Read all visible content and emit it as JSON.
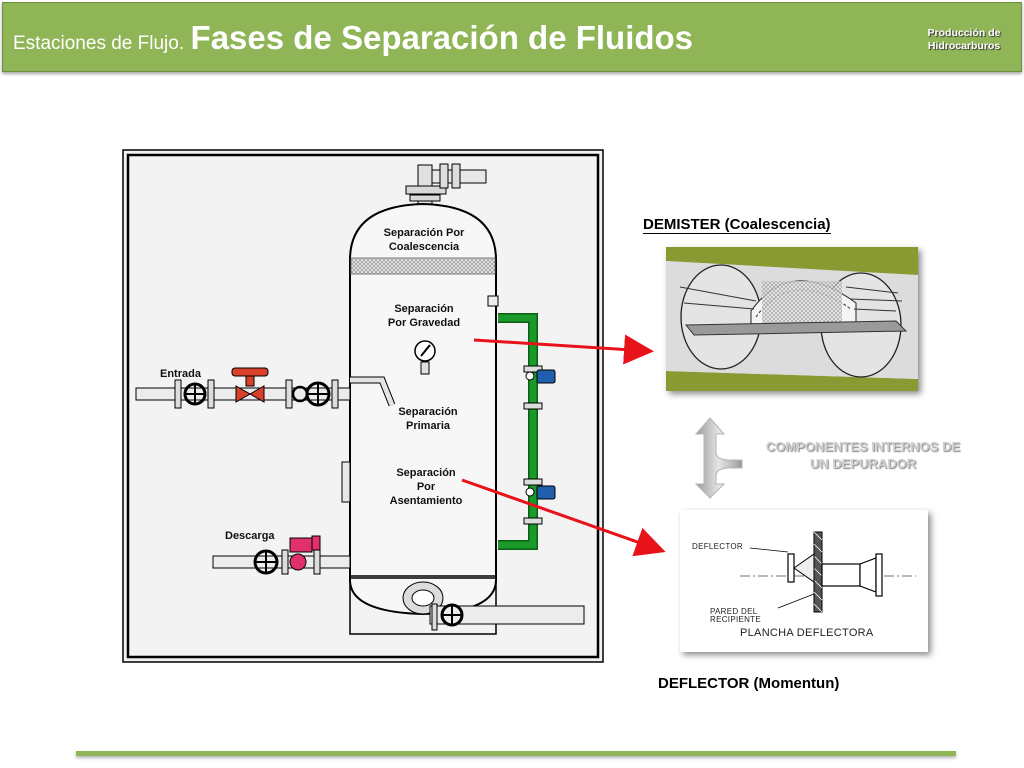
{
  "header": {
    "title_small": "Estaciones de Flujo.",
    "title_big": "Fases de Separación de Fluidos",
    "brand_line1": "Producción de",
    "brand_line2": "Hidrocarburos"
  },
  "vessel": {
    "sep_coalescencia": [
      "Separación Por",
      "Coalescencia"
    ],
    "sep_gravedad": [
      "Separación",
      "Por Gravedad"
    ],
    "sep_primaria": [
      "Separación",
      "Primaria"
    ],
    "sep_asentamiento": [
      "Separación",
      "Por",
      "Asentamiento"
    ],
    "entrada": "Entrada",
    "descarga": "Descarga"
  },
  "demister": {
    "caption": "DEMISTER (Coalescencia)"
  },
  "components_label": [
    "COMPONENTES INTERNOS DE",
    "UN DEPURADOR"
  ],
  "deflector": {
    "caption": "DEFLECTOR (Momentun)",
    "label_deflector": "DEFLECTOR",
    "label_pared1": "PARED DEL",
    "label_pared2": "RECIPIENTE",
    "label_plancha": "PLANCHA DEFLECTORA"
  },
  "colors": {
    "header_green": "#8fb557",
    "pipe_green": "#1a9a2a",
    "arrow_red": "#e8121b",
    "valve_red": "#d8402a",
    "valve_pink": "#e0316a"
  }
}
